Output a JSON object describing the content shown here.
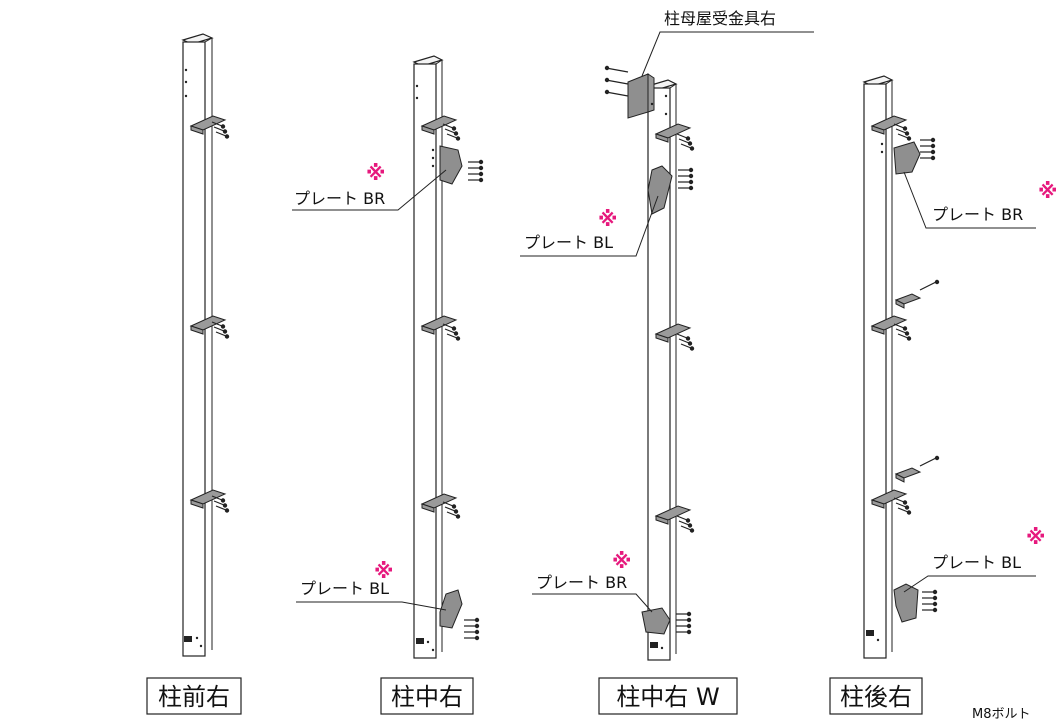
{
  "posts": [
    {
      "caption": "柱前右"
    },
    {
      "caption": "柱中右"
    },
    {
      "caption": "柱中右 W"
    },
    {
      "caption": "柱後右"
    }
  ],
  "callouts": {
    "mid_plate_top": "プレート BR",
    "mid_plate_bottom": "プレート BL",
    "w_bracket_top": "柱母屋受金具右",
    "w_plate_top": "プレート BL",
    "w_plate_bottom": "プレート BR",
    "rear_plate_top": "プレート BR",
    "rear_plate_bottom": "プレート BL"
  },
  "note_mark": "※",
  "footer_note": "M8ボルト",
  "colors": {
    "note_mark": "#e6197d",
    "line": "#222222",
    "part": "#9a9a9a"
  }
}
